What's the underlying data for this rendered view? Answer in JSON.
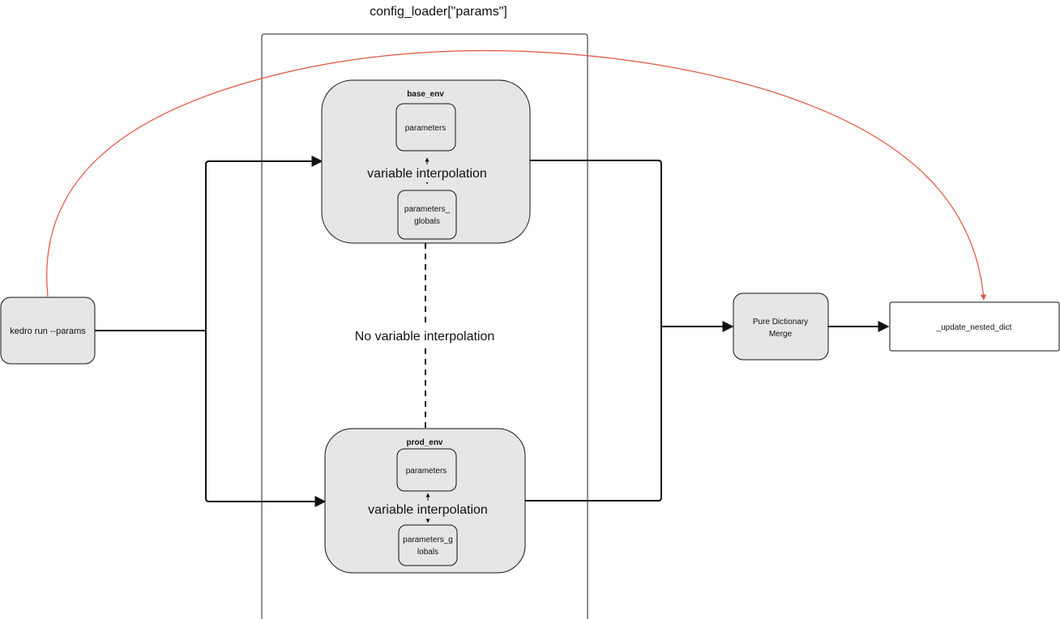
{
  "diagram": {
    "title": "config_loader[\"params\"]",
    "input_node": "kedro run --params",
    "base_env": {
      "title": "base_env",
      "parameters": "parameters",
      "interpolation_label": "variable interpolation",
      "globals_line1": "parameters_",
      "globals_line2": "globals"
    },
    "prod_env": {
      "title": "prod_env",
      "parameters": "parameters",
      "interpolation_label": "variable interpolation",
      "globals_line1": "parameters_g",
      "globals_line2": "lobals"
    },
    "between_envs_label": "No variable interpolation",
    "merge_node_line1": "Pure Dictionary",
    "merge_node_line2": "Merge",
    "update_node": "_update_nested_dict",
    "colors": {
      "line": "#111111",
      "node_fill": "#e6e6e6",
      "override_arrow": "#e0533a"
    }
  }
}
